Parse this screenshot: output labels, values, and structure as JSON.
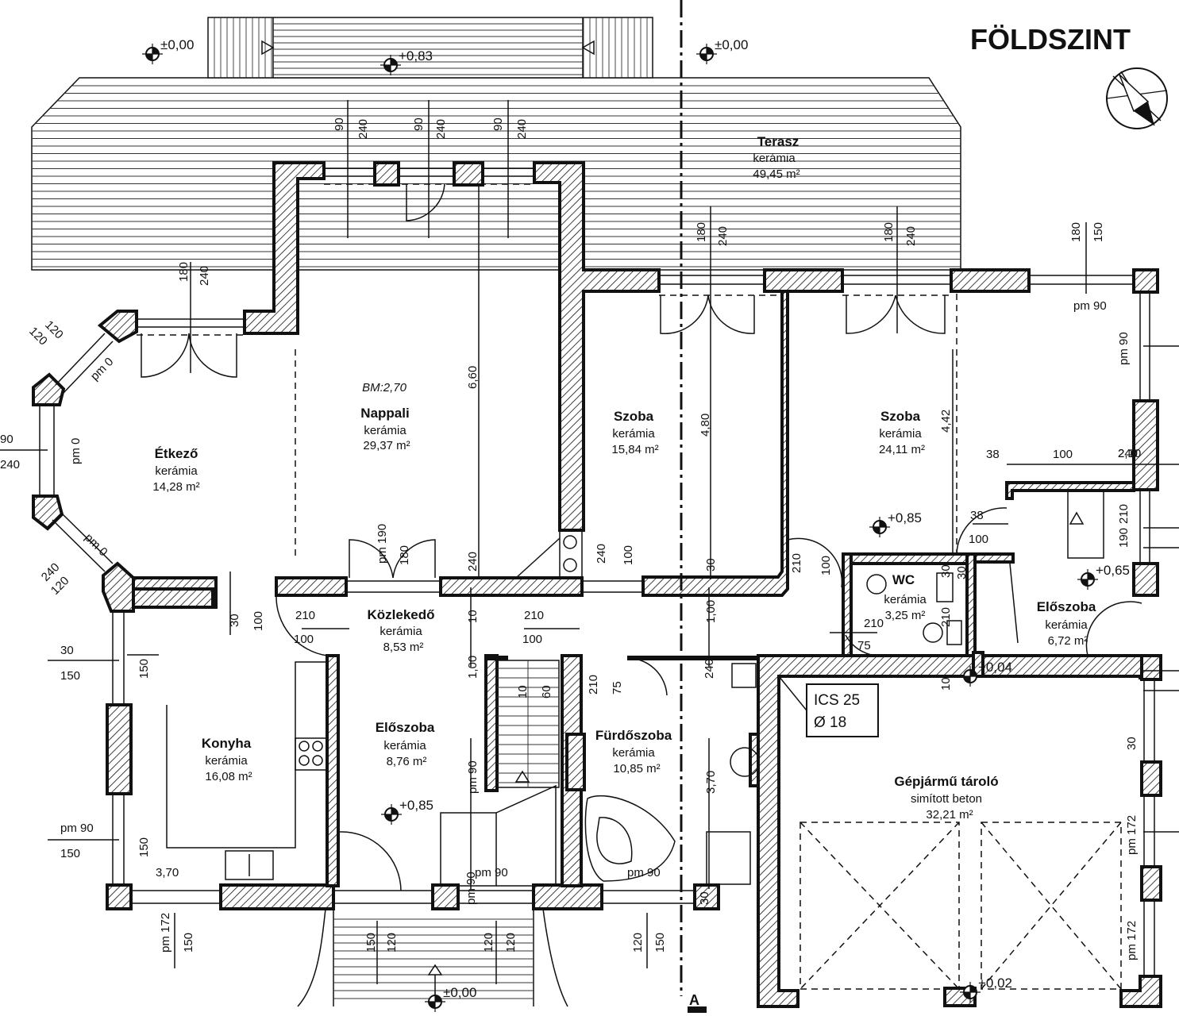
{
  "title": "FÖLDSZINT",
  "axis_label": "A",
  "rooms": {
    "terasz": {
      "name": "Terasz",
      "finish": "kerámia",
      "area": "49,45 m²"
    },
    "etkezo": {
      "name": "Étkező",
      "finish": "kerámia",
      "area": "14,28 m²"
    },
    "nappali": {
      "name": "Nappali",
      "finish": "kerámia",
      "area": "29,37 m²",
      "note": "BM:2,70"
    },
    "szoba1": {
      "name": "Szoba",
      "finish": "kerámia",
      "area": "15,84 m²"
    },
    "szoba2": {
      "name": "Szoba",
      "finish": "kerámia",
      "area": "24,11 m²"
    },
    "wc": {
      "name": "WC",
      "finish": "kerámia",
      "area": "3,25 m²"
    },
    "eloszoba_e": {
      "name": "Előszoba",
      "finish": "kerámia",
      "area": "6,72 m²"
    },
    "kozlekedo": {
      "name": "Közlekedő",
      "finish": "kerámia",
      "area": "8,53 m²"
    },
    "konyha": {
      "name": "Konyha",
      "finish": "kerámia",
      "area": "16,08 m²"
    },
    "eloszoba_w": {
      "name": "Előszoba",
      "finish": "kerámia",
      "area": "8,76 m²"
    },
    "furdoszoba": {
      "name": "Fürdőszoba",
      "finish": "kerámia",
      "area": "10,85 m²"
    },
    "garazs": {
      "name": "Gépjármű tároló",
      "finish": "simított beton",
      "area": "32,21 m²"
    }
  },
  "boiler": {
    "line1": "ICS 25",
    "line2": "Ø 18"
  },
  "levels": [
    "±0,00",
    "+0,83",
    "±0,00",
    "+0,85",
    "+0,65",
    "+0,04",
    "+0,85",
    "+0,02",
    "±0,00"
  ],
  "dimensions": [
    "90",
    "240",
    "90",
    "240",
    "90",
    "240",
    "180",
    "240",
    "180",
    "240",
    "180",
    "240",
    "180",
    "150",
    "6,60",
    "4,80",
    "4,42",
    "pm 90",
    "pm 90",
    "pm 0",
    "pm 0",
    "pm 0",
    "120",
    "120",
    "90",
    "240",
    "120",
    "240",
    "38",
    "100",
    "2,10",
    "38",
    "100",
    "210",
    "190",
    "pm 190",
    "180",
    "240",
    "100",
    "240",
    "30",
    "30",
    "30",
    "100",
    "210",
    "100",
    "210",
    "100",
    "210",
    "100",
    "210",
    "75",
    "210",
    "30",
    "10",
    "1,00",
    "1,00",
    "10",
    "60",
    "210",
    "75",
    "240",
    "10",
    "30",
    "150",
    "150",
    "pm 90",
    "150",
    "150",
    "pm 90",
    "3,70",
    "3,70",
    "pm 90",
    "pm 90",
    "pm 90",
    "30",
    "30",
    "pm 172",
    "pm 172",
    "pm 172",
    "150",
    "150",
    "120",
    "120",
    "120",
    "120",
    "150",
    "150",
    "240",
    "30"
  ]
}
